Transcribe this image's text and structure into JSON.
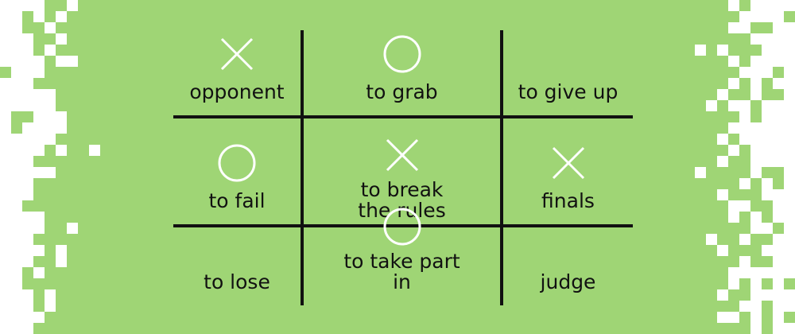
{
  "colors": {
    "background": "#9fd575",
    "pixel": "#ffffff",
    "grid": "#111111",
    "mark": "#ffffff",
    "text": "#111111"
  },
  "cells": [
    {
      "mark": "x",
      "label": "opponent"
    },
    {
      "mark": "o",
      "label": "to grab"
    },
    {
      "mark": "",
      "label": "to give up"
    },
    {
      "mark": "o",
      "label": "to fail"
    },
    {
      "mark": "x",
      "label": "to break the rules"
    },
    {
      "mark": "x",
      "label": "finals"
    },
    {
      "mark": "",
      "label": "to lose"
    },
    {
      "mark": "o",
      "label": "to take part in"
    },
    {
      "mark": "",
      "label": "judge"
    }
  ]
}
